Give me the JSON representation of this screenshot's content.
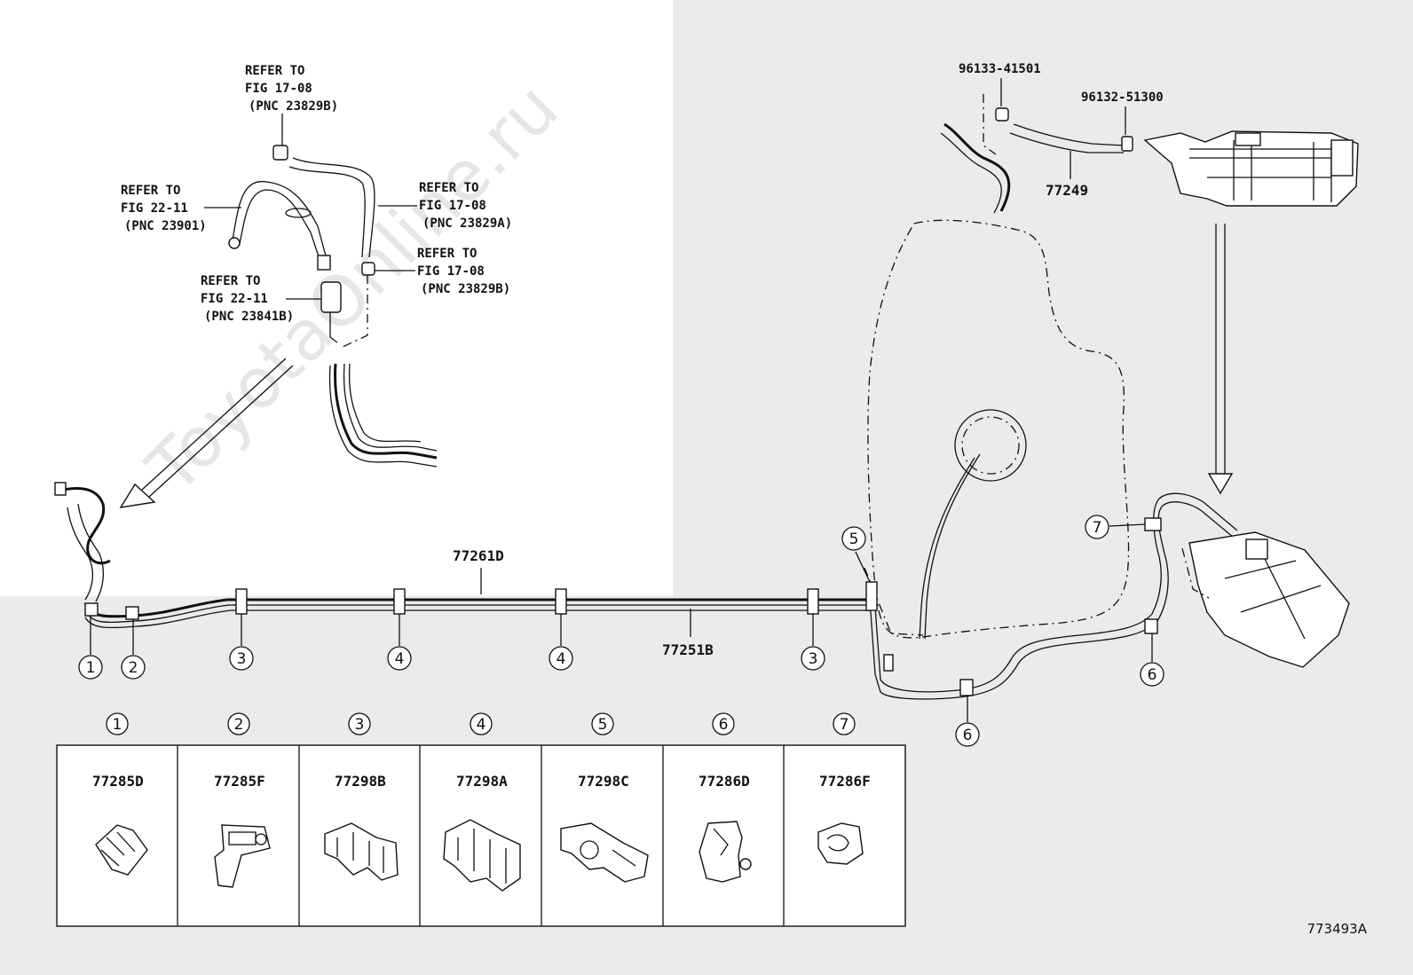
{
  "refs": [
    {
      "line1": "REFER TO",
      "line2": "FIG 17-08",
      "line3": "(PNC 23829B)"
    },
    {
      "line1": "REFER TO",
      "line2": "FIG 22-11",
      "line3": "(PNC 23901)"
    },
    {
      "line1": "REFER TO",
      "line2": "FIG 17-08",
      "line3": "(PNC 23829A)"
    },
    {
      "line1": "REFER TO",
      "line2": "FIG 17-08",
      "line3": "(PNC 23829B)"
    },
    {
      "line1": "REFER TO",
      "line2": "FIG 22-11",
      "line3": "(PNC 23841B)"
    }
  ],
  "parts": {
    "tube_upper": "77261D",
    "tube_lower": "77251B",
    "hose": "77249",
    "clamp_1": "96133-41501",
    "clamp_2": "96132-51300"
  },
  "callouts": {
    "c1": "1",
    "c2": "2",
    "c3a": "3",
    "c4a": "4",
    "c4b": "4",
    "c3b": "3",
    "c5": "5",
    "c6a": "6",
    "c6b": "6",
    "c7": "7"
  },
  "legend": [
    {
      "num": "1",
      "part": "77285D"
    },
    {
      "num": "2",
      "part": "77285F"
    },
    {
      "num": "3",
      "part": "77298B"
    },
    {
      "num": "4",
      "part": "77298A"
    },
    {
      "num": "5",
      "part": "77298C"
    },
    {
      "num": "6",
      "part": "77286D"
    },
    {
      "num": "7",
      "part": "77286F"
    }
  ],
  "figure_id": "773493A",
  "watermark": "ToyotaOnline.ru"
}
